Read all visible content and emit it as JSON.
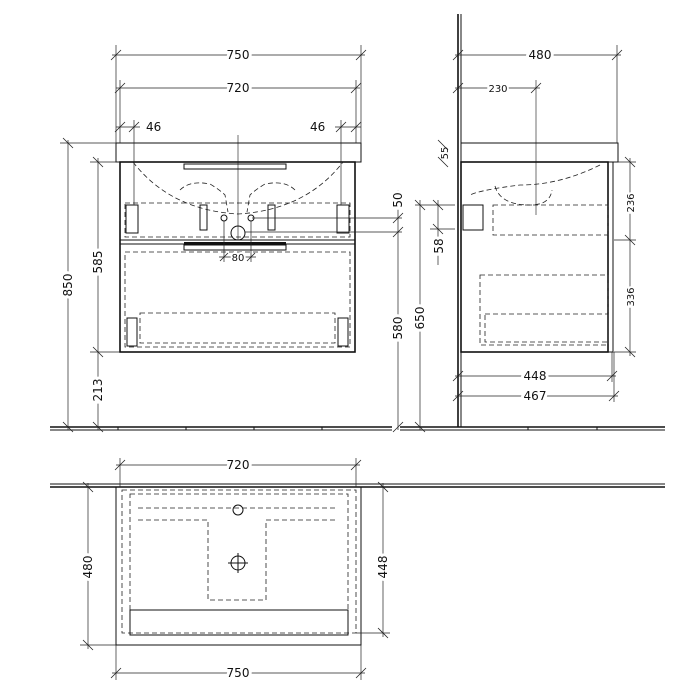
{
  "front_view": {
    "width_total": "750",
    "width_inner": "720",
    "offset_left": "46",
    "offset_right": "46",
    "height_total": "850",
    "cabinet_height": "585",
    "floor_clearance": "213",
    "drain_height": "580",
    "tap_spacing_vertical": "50",
    "tap_spacing_horizontal": "80"
  },
  "side_view": {
    "depth_total": "480",
    "basin_center": "230",
    "top_thickness": "55",
    "drawer_top_height": "236",
    "drawer_bottom_height": "336",
    "bracket_spacing": "58",
    "bracket_height": "650",
    "cabinet_depth": "448",
    "cabinet_depth_with_front": "467"
  },
  "plan_view": {
    "width_inner": "720",
    "depth_total": "480",
    "cabinet_depth": "448",
    "width_total": "750"
  }
}
